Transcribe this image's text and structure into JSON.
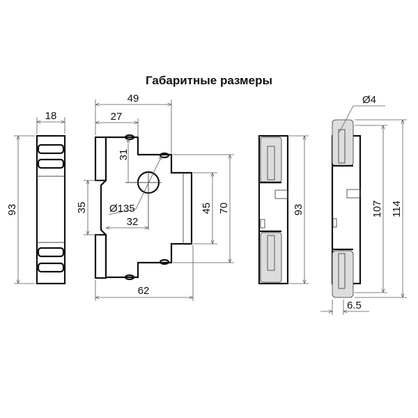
{
  "title": "Габаритные размеры",
  "front_view": {
    "width": "18",
    "height": "93"
  },
  "side_view": {
    "overall_width": "49",
    "to_step": "27",
    "knob_offset_v": "31",
    "knob_diameter": "Ø135",
    "knob_offset_h": "32",
    "depth": "62",
    "rail": "35",
    "front_height": "45",
    "step_height": "70"
  },
  "rear_view": {
    "height": "93"
  },
  "mount_view": {
    "hole": "Ø4",
    "hole_pitch": "107",
    "overall_height": "114",
    "offset": "6.5"
  }
}
